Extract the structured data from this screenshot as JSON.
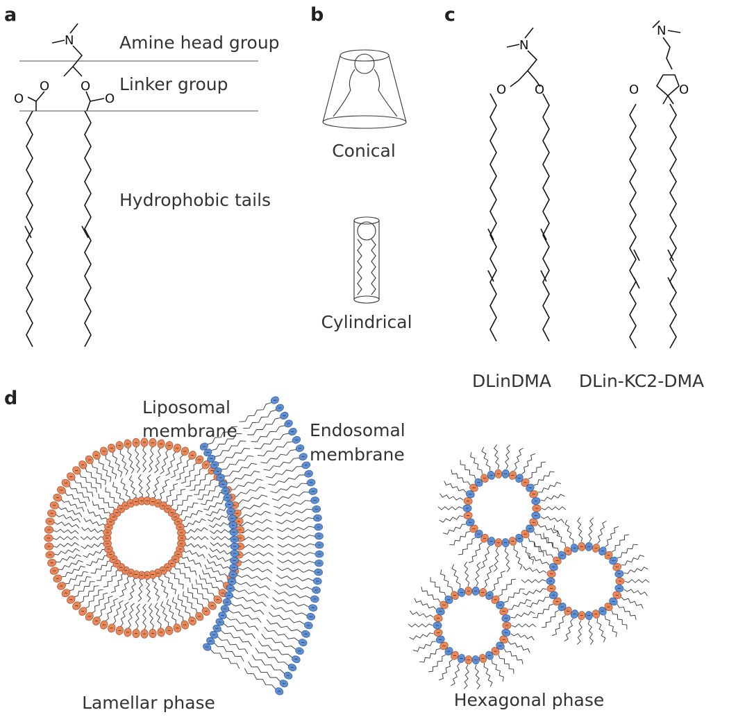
{
  "panels": {
    "a": {
      "label": "a",
      "amine_head_group": "Amine head group",
      "linker_group": "Linker group",
      "hydrophobic_tails": "Hydrophobic tails"
    },
    "b": {
      "label": "b",
      "conical": "Conical",
      "cylindrical": "Cylindrical"
    },
    "c": {
      "label": "c",
      "lipid_1": "DLinDMA",
      "lipid_2": "DLin-KC2-DMA"
    },
    "d": {
      "label": "d",
      "liposomal_membrane_line1": "Liposomal",
      "liposomal_membrane_line2": "membrane",
      "endosomal_membrane_line1": "Endosomal",
      "endosomal_membrane_line2": "membrane",
      "lamellar_phase": "Lamellar phase",
      "hexagonal_phase": "Hexagonal phase"
    }
  },
  "atoms": {
    "nitrogen": "N",
    "oxygen": "O"
  },
  "colors": {
    "cationic_lipid_head": "#e9875a",
    "anionic_lipid_head": "#5b8fd6"
  }
}
